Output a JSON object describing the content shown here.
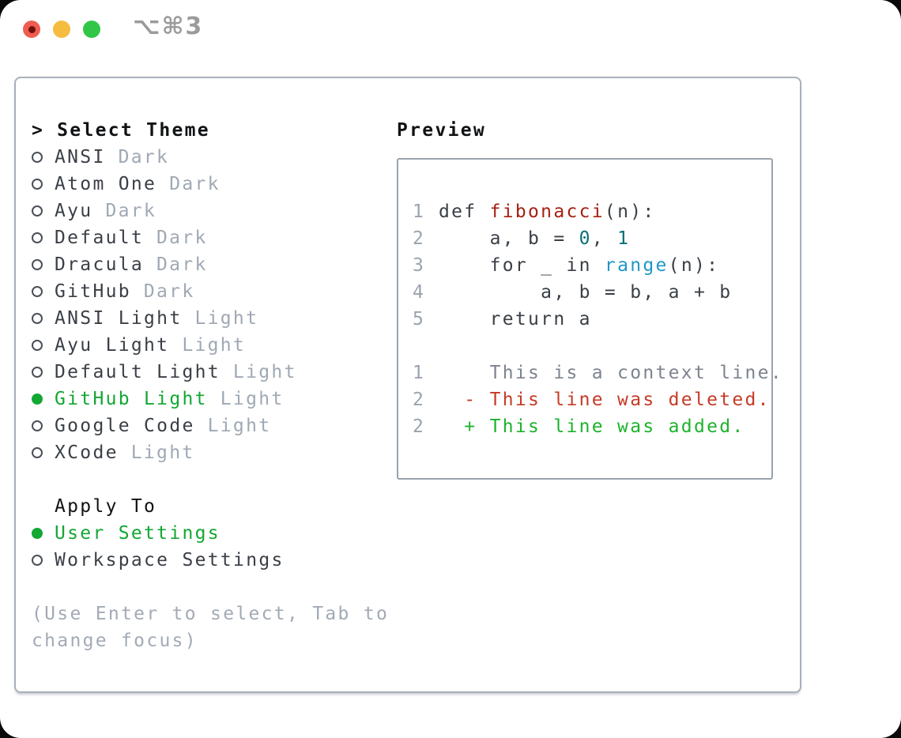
{
  "window": {
    "title": "⌥⌘3",
    "traffic_lights": [
      "close-icon",
      "minimize-icon",
      "zoom-icon"
    ]
  },
  "colors": {
    "selection_green": "#13a733",
    "added_green": "#1db32d",
    "deleted_red": "#c53b27",
    "function_red": "#a81f12",
    "number_teal": "#0a6e77",
    "builtin_blue": "#2097c9",
    "muted_gray": "#9fa8b4",
    "panel_border": "#a9b0ba",
    "traffic_red": "#f05c51",
    "traffic_yellow": "#f6bc40",
    "traffic_green": "#32c648"
  },
  "theme_picker": {
    "prompt": ">",
    "header": "Select Theme",
    "items": [
      {
        "name": "ANSI",
        "variant": "Dark",
        "state": "default"
      },
      {
        "name": "Atom One",
        "variant": "Dark",
        "state": "default"
      },
      {
        "name": "Ayu",
        "variant": "Dark",
        "state": "default"
      },
      {
        "name": "Default",
        "variant": "Dark",
        "state": "default"
      },
      {
        "name": "Dracula",
        "variant": "Dark",
        "state": "default"
      },
      {
        "name": "GitHub",
        "variant": "Dark",
        "state": "default"
      },
      {
        "name": "ANSI Light",
        "variant": "Light",
        "state": "default"
      },
      {
        "name": "Ayu Light",
        "variant": "Light",
        "state": "default"
      },
      {
        "name": "Default Light",
        "variant": "Light",
        "state": "default"
      },
      {
        "name": "GitHub Light",
        "variant": "Light",
        "state": "selected"
      },
      {
        "name": "Google Code",
        "variant": "Light",
        "state": "default"
      },
      {
        "name": "XCode",
        "variant": "Light",
        "state": "default"
      }
    ]
  },
  "apply_to": {
    "header": "Apply To",
    "options": [
      {
        "label": "User Settings",
        "state": "selected"
      },
      {
        "label": "Workspace Settings",
        "state": "default"
      }
    ]
  },
  "hint": {
    "line1": "(Use Enter to select, Tab to",
    "line2": "change focus)"
  },
  "preview": {
    "header": "Preview",
    "lines": [
      {
        "num": "1",
        "segments": [
          {
            "t": "def ",
            "c": "code"
          },
          {
            "t": "fibonacci",
            "c": "func"
          },
          {
            "t": "(n):",
            "c": "code"
          }
        ]
      },
      {
        "num": "2",
        "segments": [
          {
            "t": "    a, b = ",
            "c": "code"
          },
          {
            "t": "0",
            "c": "num"
          },
          {
            "t": ", ",
            "c": "code"
          },
          {
            "t": "1",
            "c": "num"
          }
        ]
      },
      {
        "num": "3",
        "segments": [
          {
            "t": "    for _ in ",
            "c": "code"
          },
          {
            "t": "range",
            "c": "builtin"
          },
          {
            "t": "(n):",
            "c": "code"
          }
        ]
      },
      {
        "num": "4",
        "segments": [
          {
            "t": "        a, b = b, a + b",
            "c": "code"
          }
        ]
      },
      {
        "num": "5",
        "segments": [
          {
            "t": "    return a",
            "c": "code"
          }
        ]
      },
      {
        "num": "",
        "segments": []
      },
      {
        "num": "1",
        "segments": [
          {
            "t": "    This is a context line.",
            "c": "context"
          }
        ]
      },
      {
        "num": "2",
        "segments": [
          {
            "t": "  - This line was deleted.",
            "c": "deleted"
          }
        ]
      },
      {
        "num": "2",
        "segments": [
          {
            "t": "  + This line was added.",
            "c": "added"
          }
        ]
      }
    ]
  }
}
